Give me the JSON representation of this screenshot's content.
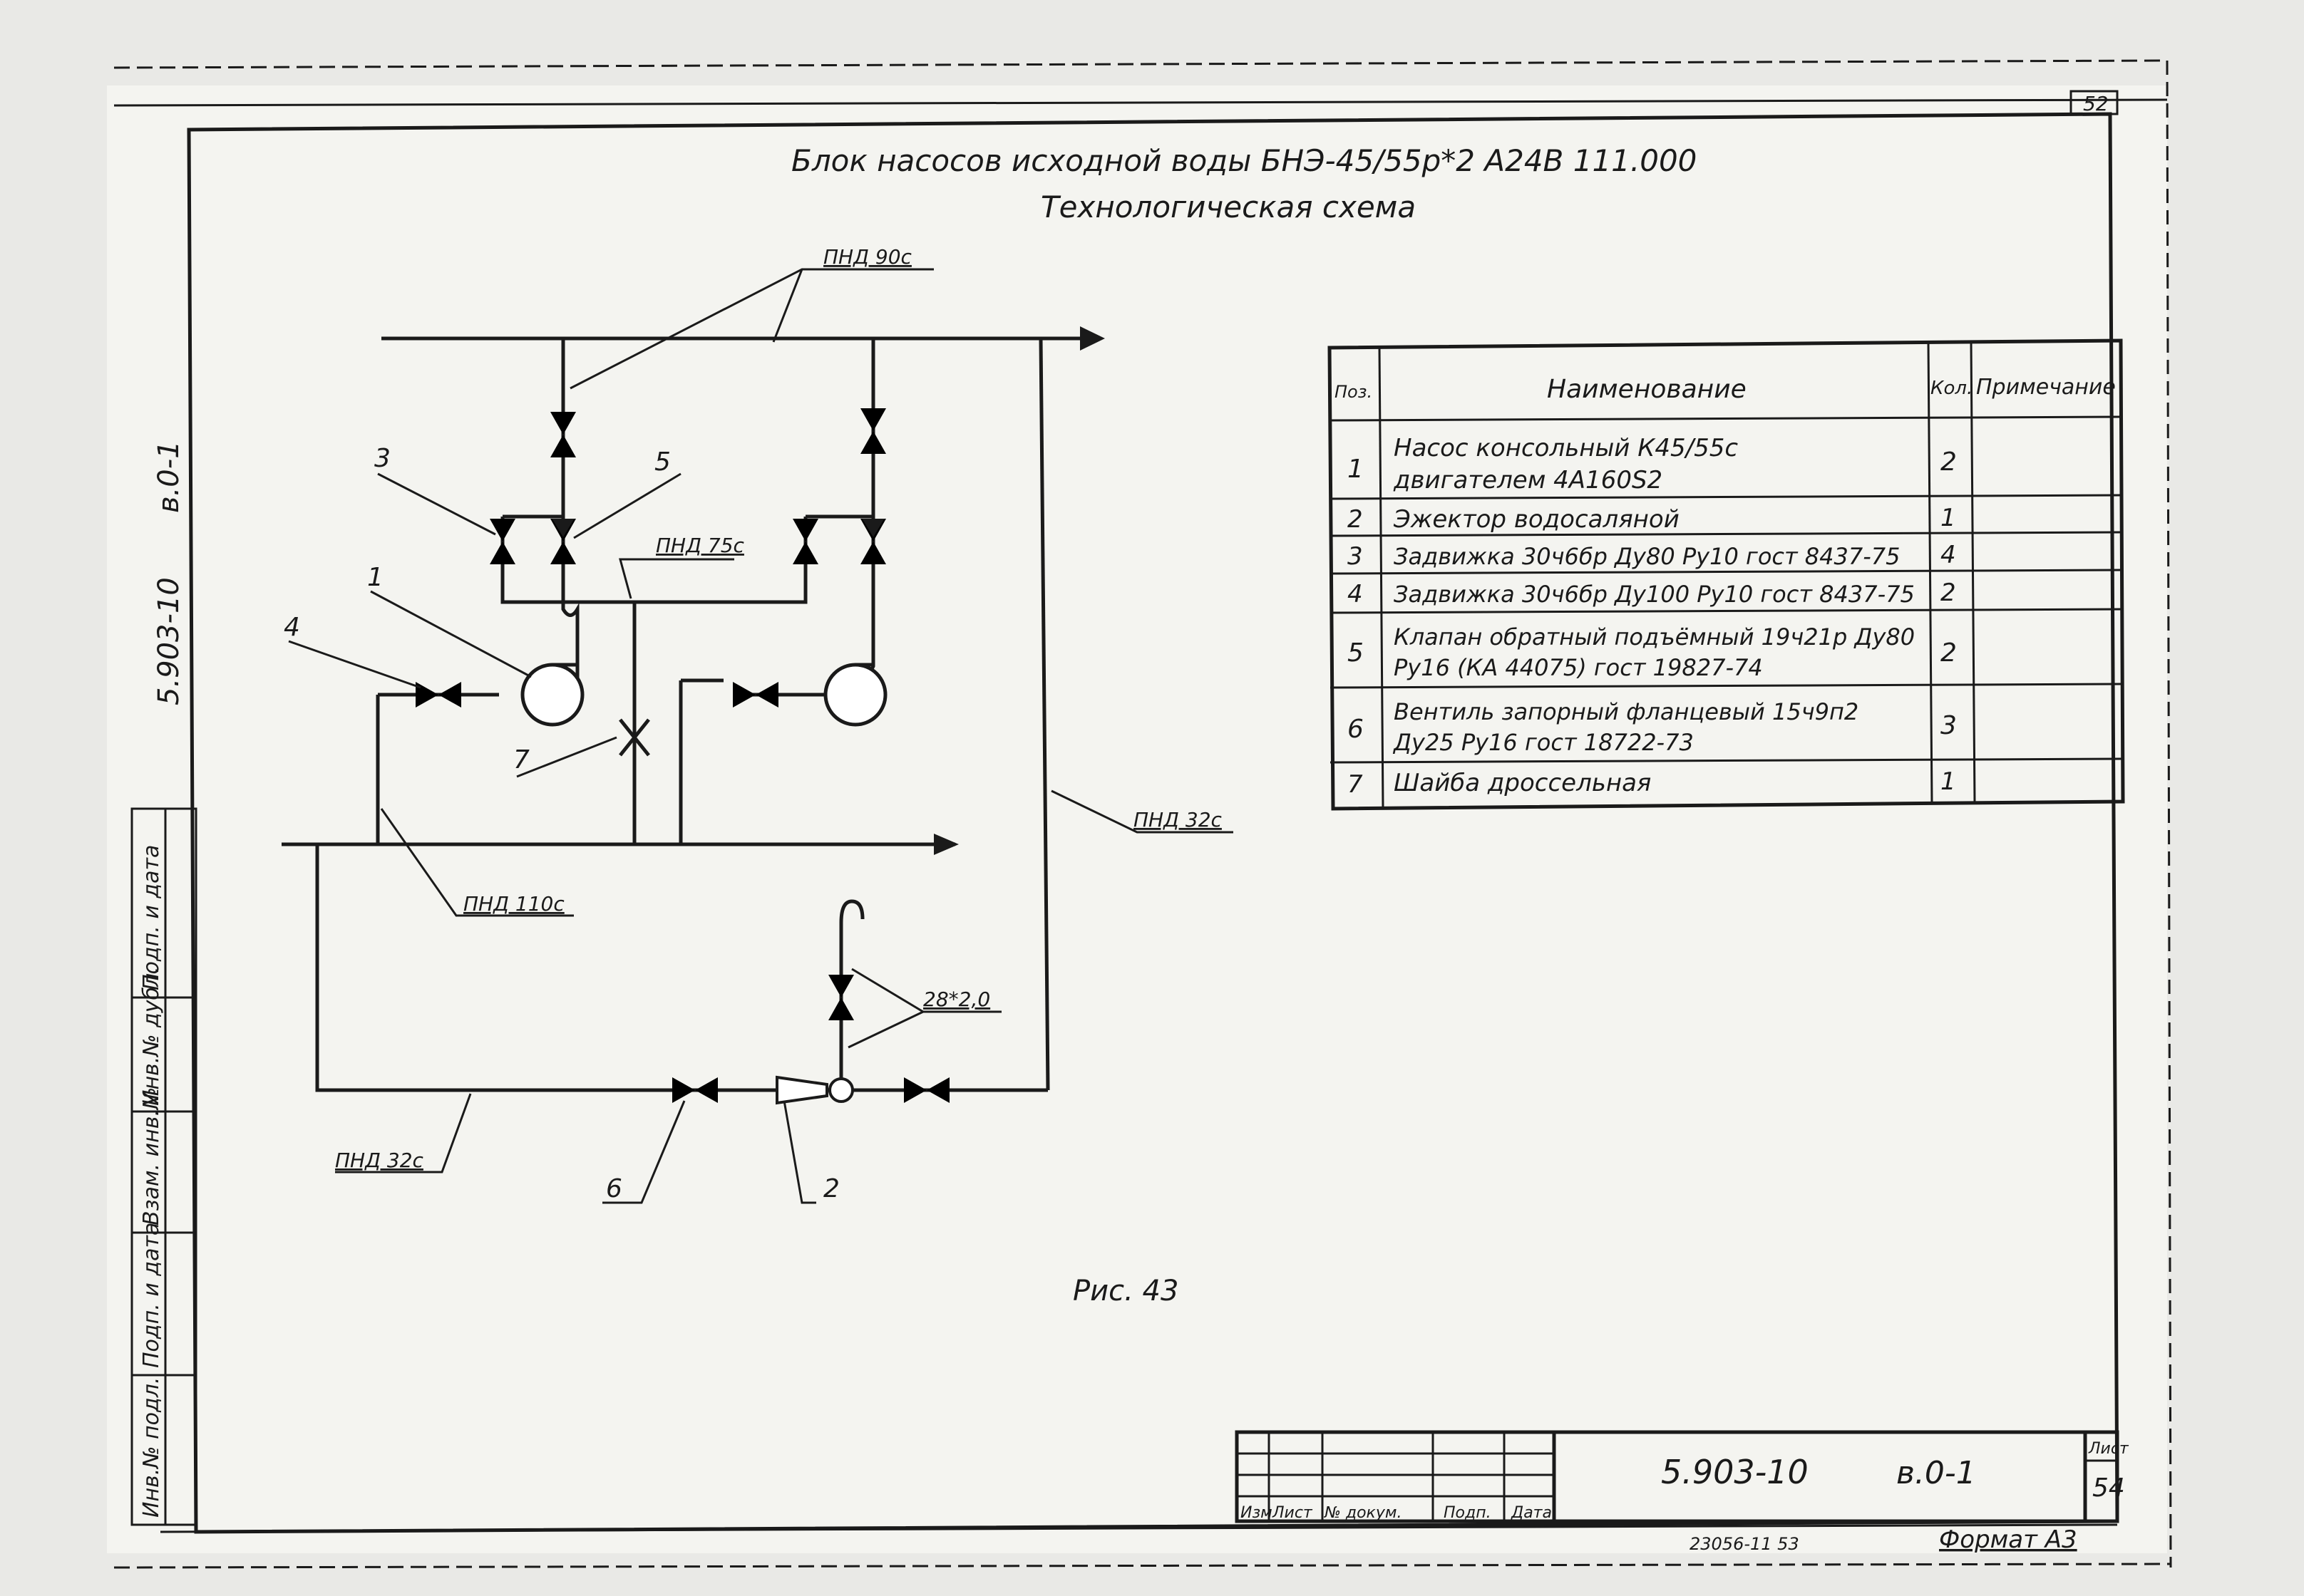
{
  "page_number": "52",
  "title": "Блок насосов исходной воды БНЭ-45/55р*2   А24В 111.000",
  "subtitle": "Технологическая схема",
  "pipe_labels": {
    "pnd90": "ПНД 90с",
    "pnd75": "ПНД 75с",
    "pnd32_right": "ПНД 32с",
    "pnd110": "ПНД 110с",
    "pnd32_bottom": "ПНД 32с",
    "tube28": "28*2,0"
  },
  "callouts": [
    "1",
    "2",
    "3",
    "4",
    "5",
    "6",
    "7"
  ],
  "figure_caption": "Рис. 43",
  "side_code": "5.903-10",
  "side_sheet": "в.0-1",
  "spec_table": {
    "headers": [
      "Поз.",
      "Наименование",
      "Кол.",
      "Примечание"
    ],
    "rows": [
      {
        "pos": "1",
        "name": [
          "Насос консольный К45/55с",
          "двигателем  4А160S2"
        ],
        "qty": "2",
        "note": ""
      },
      {
        "pos": "2",
        "name": [
          "Эжектор водосаляной"
        ],
        "qty": "1",
        "note": ""
      },
      {
        "pos": "3",
        "name": [
          "Задвижка 30ч6бр Ду80 Ру10 гост 8437-75"
        ],
        "qty": "4",
        "note": ""
      },
      {
        "pos": "4",
        "name": [
          "Задвижка 30ч6бр Ду100 Ру10 гост 8437-75"
        ],
        "qty": "2",
        "note": ""
      },
      {
        "pos": "5",
        "name": [
          "Клапан обратный подъёмный 19ч21р Ду80",
          "Ру16 (КА 44075) гост 19827-74"
        ],
        "qty": "2",
        "note": ""
      },
      {
        "pos": "6",
        "name": [
          "Вентиль запорный фланцевый 15ч9п2",
          "Ду25 Ру16  гост 18722-73"
        ],
        "qty": "3",
        "note": ""
      },
      {
        "pos": "7",
        "name": [
          "Шайба дроссельная"
        ],
        "qty": "1",
        "note": ""
      }
    ]
  },
  "left_stamp": [
    "Инв.№ подл.",
    "Подп. и дата",
    "Взам. инв.№",
    "Инв.№ дубл.",
    "Подп. и дата"
  ],
  "title_block": {
    "code": "5.903-10",
    "sheet_ref": "в.0-1",
    "sheet_label": "Лист",
    "sheet_num": "54",
    "col_labels": [
      "Изм",
      "Лист",
      "№ докум.",
      "Подп.",
      "Дата"
    ],
    "order_no": "23056-11    53",
    "format": "Формат А3"
  }
}
